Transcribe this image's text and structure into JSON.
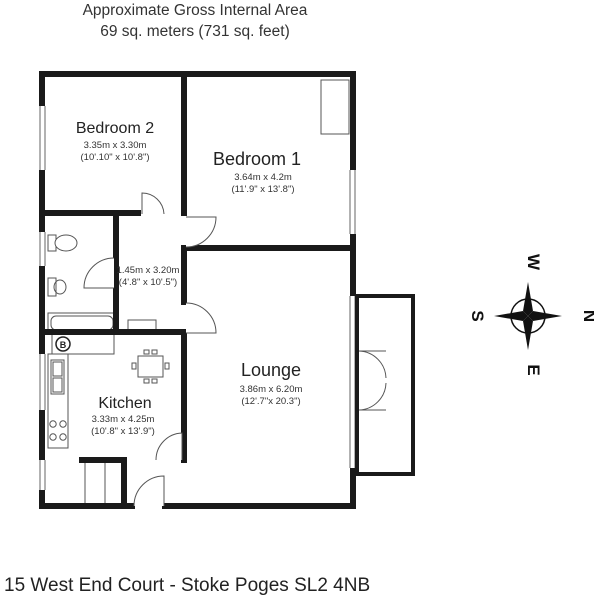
{
  "header": {
    "line1": "Approximate Gross Internal Area",
    "line2": "69 sq. meters (731 sq. feet)"
  },
  "rooms": {
    "bedroom2": {
      "name": "Bedroom 2",
      "metric": "3.35m x 3.30m",
      "imperial": "(10'.10\" x 10'.8\")"
    },
    "bedroom1": {
      "name": "Bedroom 1",
      "metric": "3.64m x 4.2m",
      "imperial": "(11'.9\" x 13'.8\")"
    },
    "hallway": {
      "metric": "1.45m x 3.20m",
      "imperial": "(4'.8\" x 10'.5\")"
    },
    "lounge": {
      "name": "Lounge",
      "metric": "3.86m x 6.20m",
      "imperial": "(12'.7\"x 20.3\")"
    },
    "kitchen": {
      "name": "Kitchen",
      "metric": "3.33m x 4.25m",
      "imperial": "(10'.8\" x 13'.9\")"
    }
  },
  "boiler_label": "B",
  "compass": {
    "n": "N",
    "s": "S",
    "e": "E",
    "w": "W"
  },
  "footer": "15 West End Court - Stoke Poges SL2 4NB"
}
